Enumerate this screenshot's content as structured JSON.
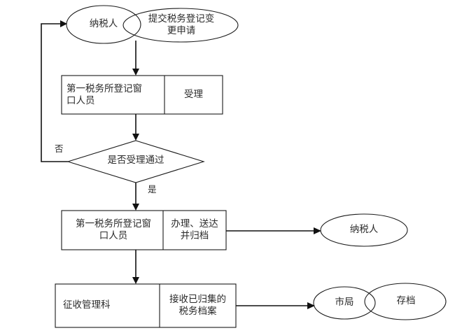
{
  "diagram": {
    "title_text": "",
    "colors": {
      "stroke": "#1a1a1a",
      "connector": "#111111",
      "text": "#2b2b2b",
      "background": "#ffffff"
    },
    "nodes": {
      "taxpayer_start": {
        "label": "纳税人",
        "shape": "ellipse"
      },
      "submit_application": {
        "label": "提交税务登记变\n更申请",
        "shape": "ellipse"
      },
      "step1_actor": {
        "label": "第一税务所登记窗\n口人员",
        "shape": "process-cell"
      },
      "step1_action": {
        "label": "受理",
        "shape": "process-cell"
      },
      "decision": {
        "label": "是否受理通过",
        "shape": "diamond"
      },
      "step2_actor": {
        "label": "第一税务所登记窗\n口人员",
        "shape": "process-cell"
      },
      "step2_action": {
        "label": "办理、送达\n并归档",
        "shape": "process-cell"
      },
      "taxpayer_end": {
        "label": "纳税人",
        "shape": "ellipse"
      },
      "step3_actor": {
        "label": "征收管理科",
        "shape": "process-cell"
      },
      "step3_action": {
        "label": "接收已归集的\n税务档案",
        "shape": "process-cell"
      },
      "bureau": {
        "label": "市局",
        "shape": "ellipse"
      },
      "archive": {
        "label": "存档",
        "shape": "ellipse"
      }
    },
    "branch_labels": {
      "no": "否",
      "yes": "是"
    }
  }
}
